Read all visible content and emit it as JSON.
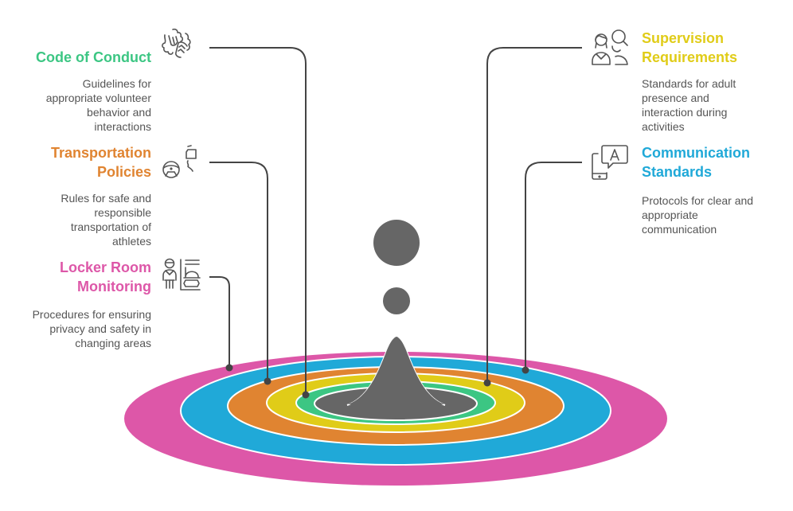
{
  "diagram": {
    "title": "Volunteer Safety Policies",
    "colors": {
      "code_of_conduct": "#3cc683",
      "transportation": "#e08431",
      "locker_room": "#dd57a8",
      "supervision": "#e0cc18",
      "communication": "#20a9d8",
      "core": "#666666",
      "connector": "#444444",
      "description_text": "#555555"
    },
    "items": [
      {
        "id": "code-of-conduct",
        "title": "Code of Conduct",
        "description": "Guidelines for appropriate volunteer behavior and interactions",
        "desc_lines": [
          "Guidelines for",
          "appropriate volunteer",
          "behavior and",
          "interactions"
        ],
        "icon": "handshake-icon",
        "ring": "green"
      },
      {
        "id": "transportation-policies",
        "title": "Transportation Policies",
        "title_lines": [
          "Transportation",
          "Policies"
        ],
        "description": "Rules for safe and responsible transportation of athletes",
        "desc_lines": [
          "Rules for safe and",
          "responsible",
          "transportation of",
          "athletes"
        ],
        "icon": "steering-wheel-icon",
        "ring": "orange"
      },
      {
        "id": "locker-room-monitoring",
        "title": "Locker Room Monitoring",
        "title_lines": [
          "Locker Room",
          "Monitoring"
        ],
        "description": "Procedures for ensuring privacy and safety in changing areas",
        "desc_lines": [
          "Procedures for ensuring",
          "privacy and safety in",
          "changing areas"
        ],
        "icon": "locker-room-icon",
        "ring": "pink"
      },
      {
        "id": "supervision-requirements",
        "title": "Supervision Requirements",
        "title_lines": [
          "Supervision",
          "Requirements"
        ],
        "description": "Standards for adult presence and interaction during activities",
        "desc_lines": [
          "Standards for adult",
          "presence and",
          "interaction during",
          "activities"
        ],
        "icon": "supervision-people-icon",
        "ring": "yellow"
      },
      {
        "id": "communication-standards",
        "title": "Communication Standards",
        "title_lines": [
          "Communication",
          "Standards"
        ],
        "description": "Protocols for clear and appropriate communication",
        "desc_lines": [
          "Protocols for clear and",
          "appropriate",
          "communication"
        ],
        "icon": "mobile-chat-icon",
        "ring": "blue"
      }
    ]
  }
}
